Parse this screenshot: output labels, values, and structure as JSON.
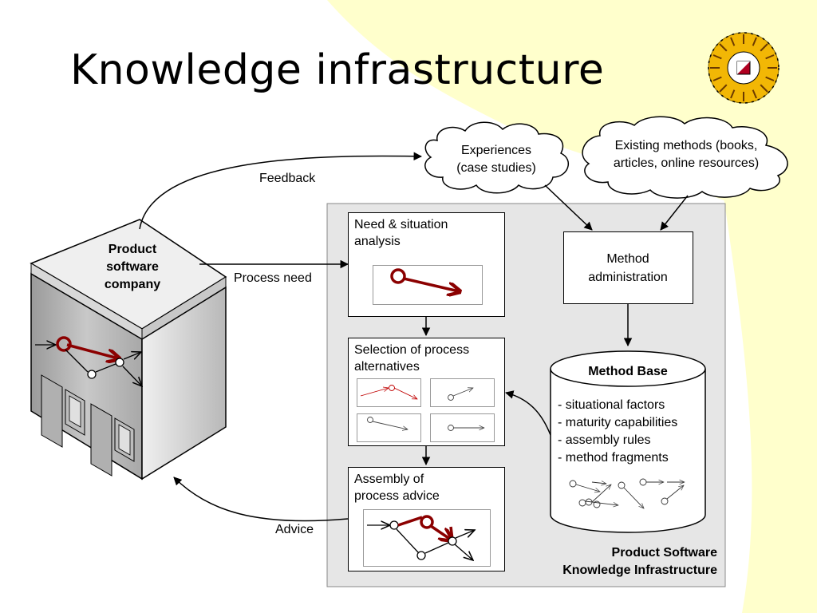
{
  "slide": {
    "title": "Knowledge infrastructure"
  },
  "company": {
    "line1": "Product",
    "line2": "software",
    "line3": "company"
  },
  "arrows": {
    "feedback": "Feedback",
    "process_need": "Process need",
    "advice": "Advice"
  },
  "clouds": {
    "experiences_line1": "Experiences",
    "experiences_line2": "(case studies)",
    "existing_line1": "Existing methods (books,",
    "existing_line2": "articles, online resources)"
  },
  "infrastructure": {
    "label_line1": "Product Software",
    "label_line2": "Knowledge Infrastructure"
  },
  "steps": {
    "need_line1": "Need & situation",
    "need_line2": "analysis",
    "selection_line1": "Selection of process",
    "selection_line2": "alternatives",
    "assembly_line1": "Assembly of",
    "assembly_line2": "process advice"
  },
  "method_admin": {
    "line1": "Method",
    "line2": "administration"
  },
  "method_base": {
    "title": "Method Base",
    "items": [
      "- situational factors",
      "- maturity capabilities",
      "- assembly rules",
      "- method fragments"
    ]
  },
  "colors": {
    "background_blob": "#FFFFCC",
    "infrastructure_fill": "#E6E6E6",
    "highlight_red": "#8B0000",
    "logo_gold": "#F2B705"
  }
}
